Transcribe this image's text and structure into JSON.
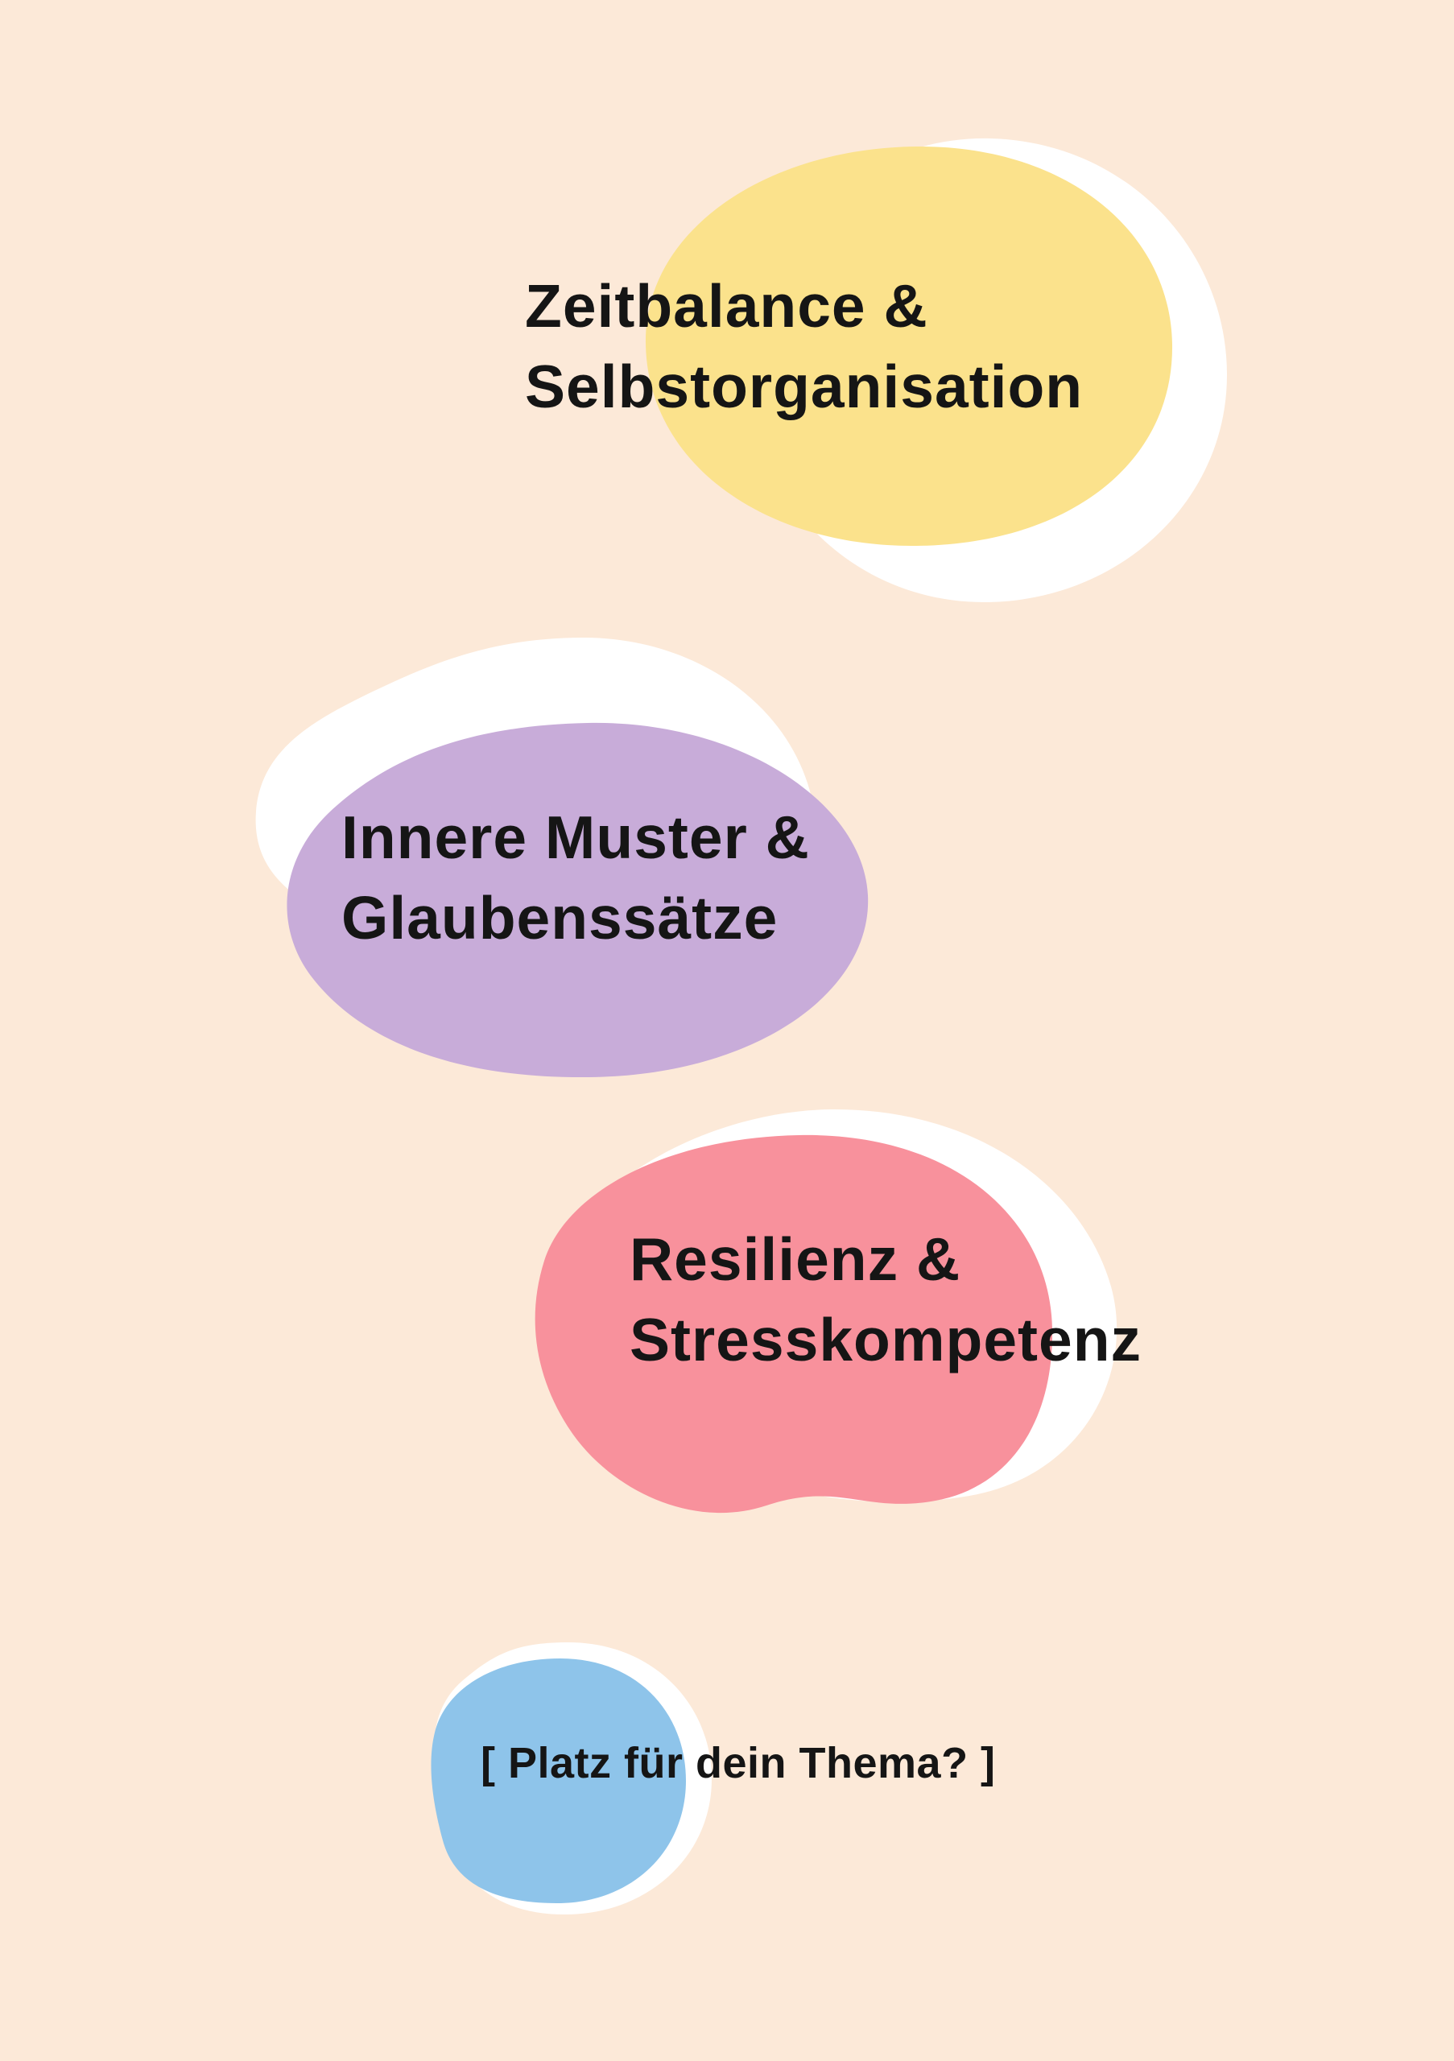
{
  "canvas": {
    "background": "#fce9d8"
  },
  "colors": {
    "white_outline": "#ffffff",
    "yellow": "#fbe28c",
    "purple": "#c8acd9",
    "pink": "#f8919c",
    "blue": "#8ec4ea",
    "text": "#151515"
  },
  "topics": [
    {
      "id": "zeitbalance",
      "label": "Zeitbalance &\nSelbstorganisation",
      "color_key": "yellow"
    },
    {
      "id": "innere-muster",
      "label": "Innere Muster &\nGlaubenssätze",
      "color_key": "purple"
    },
    {
      "id": "resilienz",
      "label": "Resilienz &\nStresskompetenz",
      "color_key": "pink"
    },
    {
      "id": "platzhalter",
      "label": "[ Platz für dein Thema? ]",
      "color_key": "blue"
    }
  ]
}
